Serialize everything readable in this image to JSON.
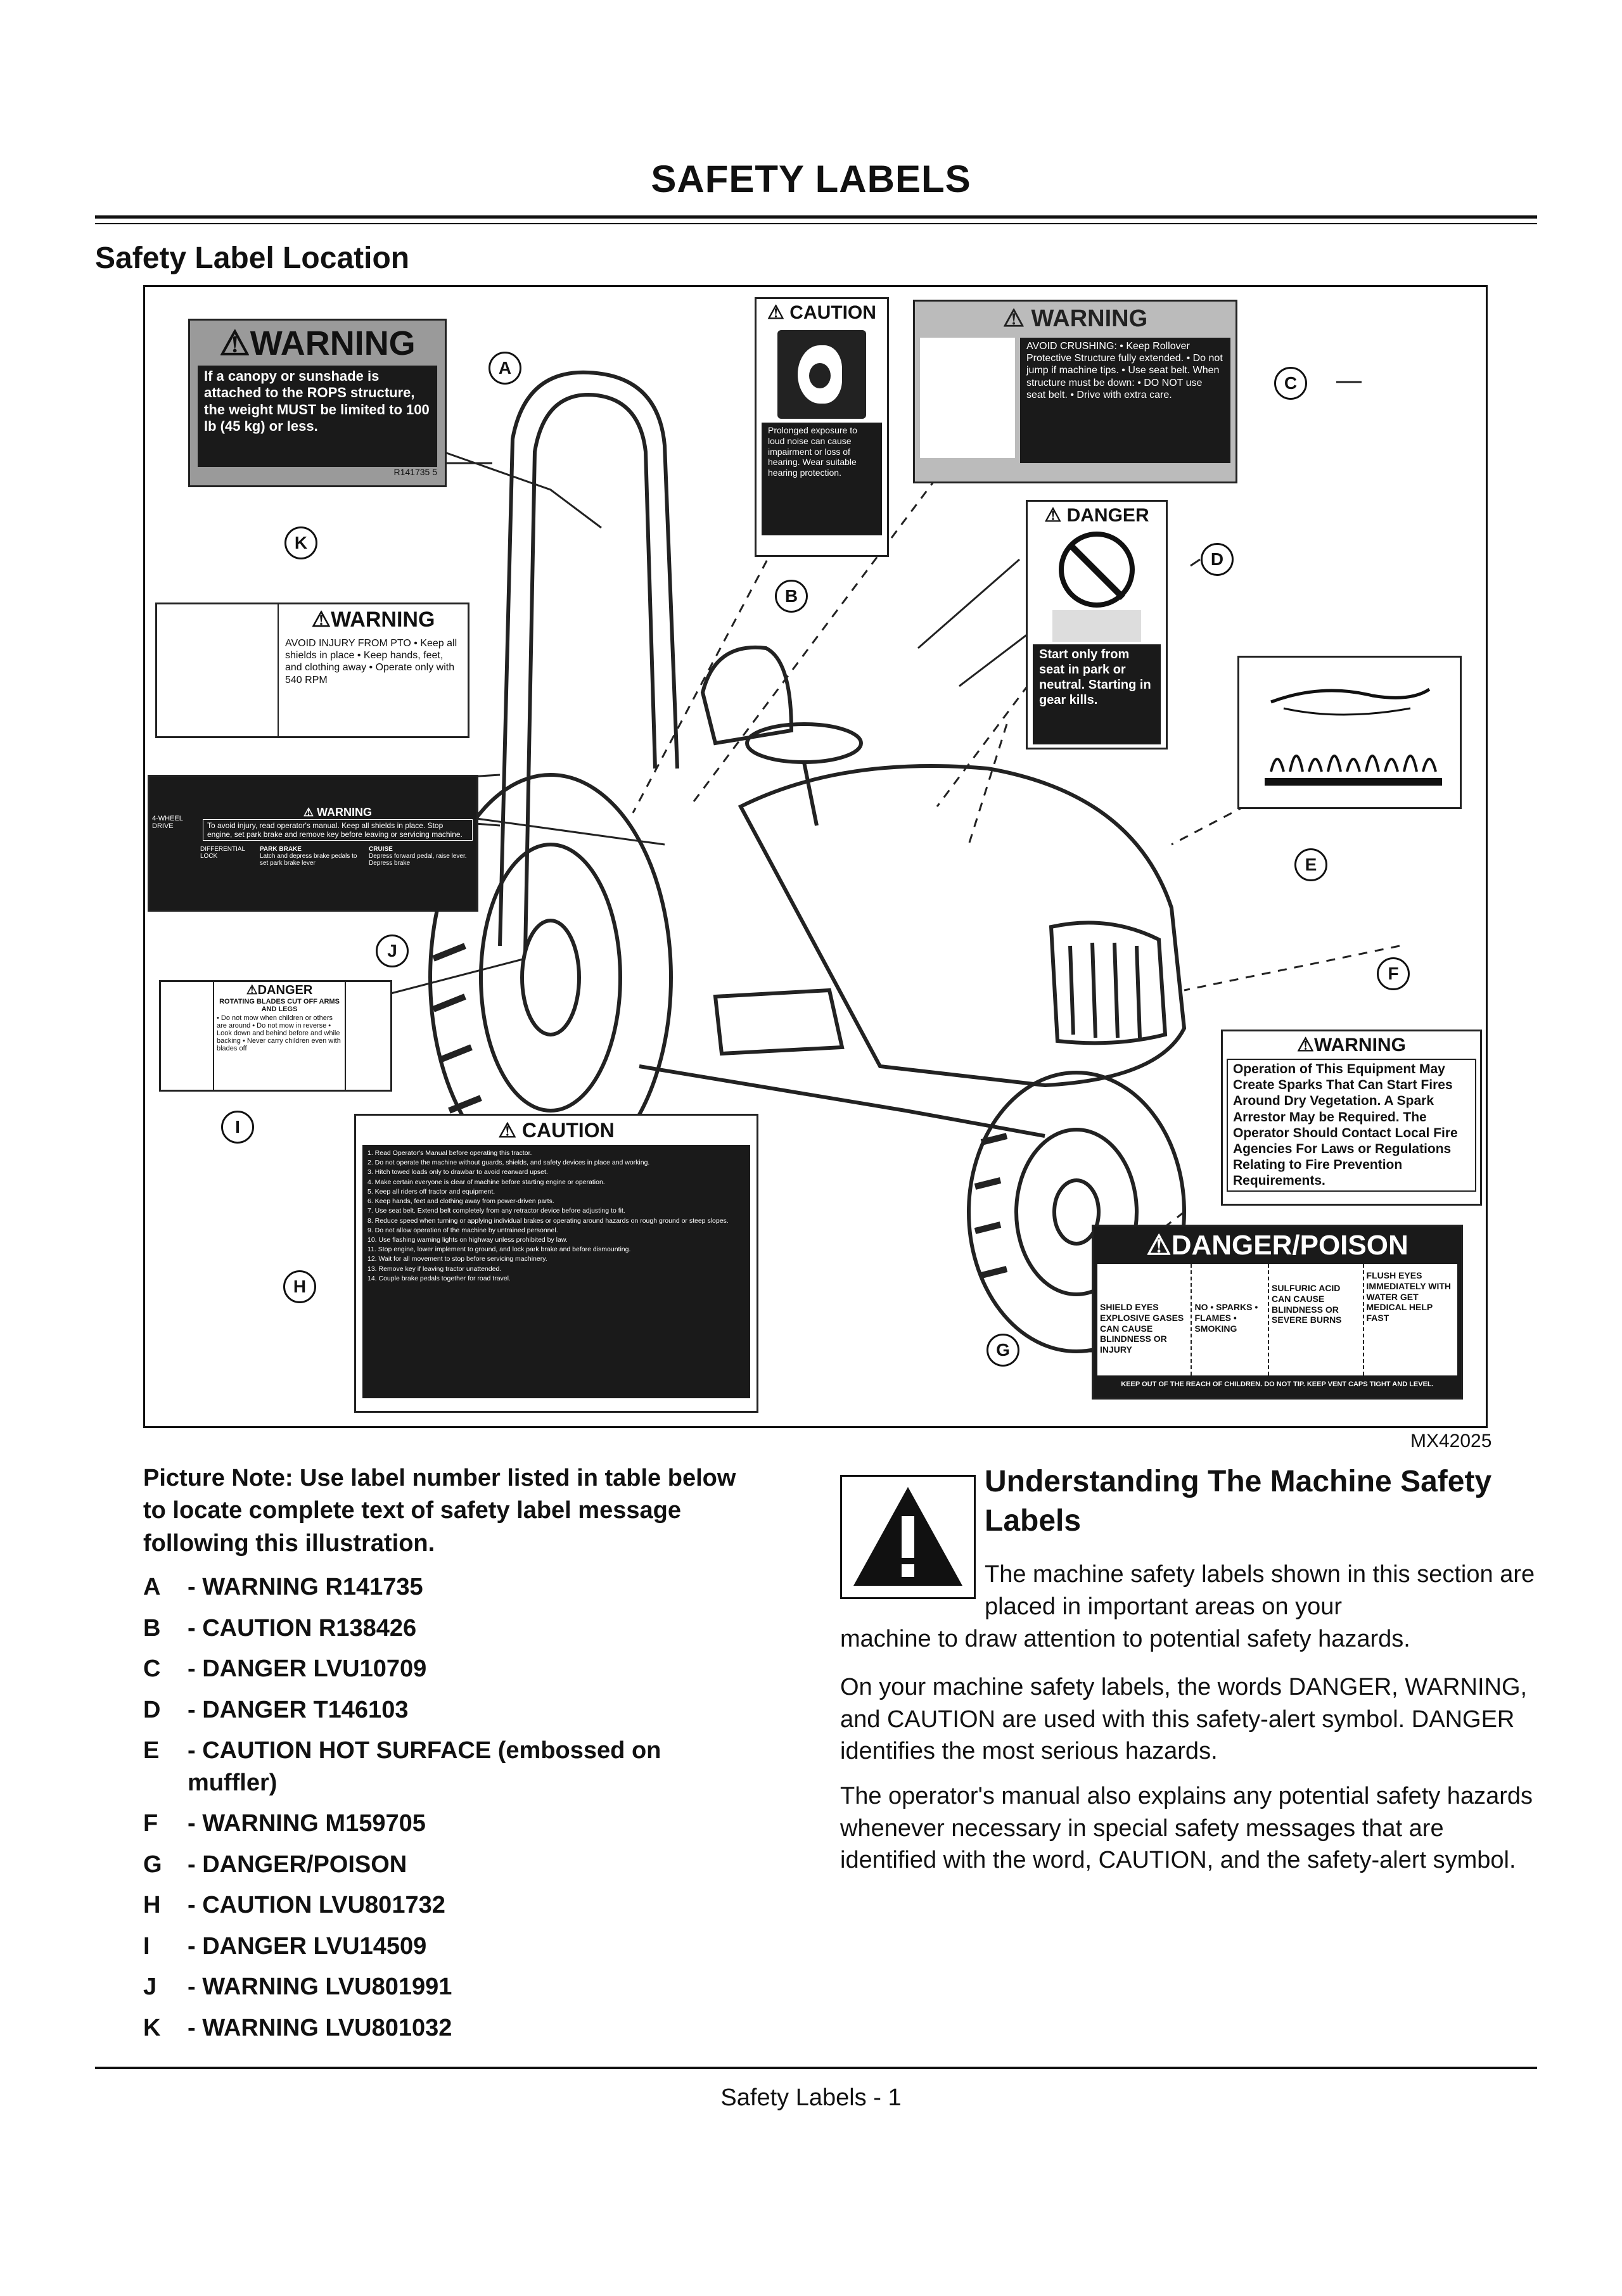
{
  "page": {
    "title": "SAFETY LABELS",
    "section_heading": "Safety Label Location",
    "figure_code": "MX42025",
    "footer": "Safety Labels - 1"
  },
  "labels": {
    "a": {
      "head": "⚠WARNING",
      "body": "If a canopy or sunshade is attached to the ROPS structure, the weight MUST be limited to 100 lb (45 kg) or less.",
      "code": "R141735 5"
    },
    "b": {
      "head": "⚠ CAUTION",
      "body": "Prolonged exposure to loud noise can cause impairment or loss of hearing. Wear suitable hearing protection."
    },
    "c": {
      "head": "⚠ WARNING",
      "body": "AVOID CRUSHING: • Keep Rollover Protective Structure fully extended. • Do not jump if machine tips. • Use seat belt. When structure must be down: • DO NOT use seat belt. • Drive with extra care."
    },
    "d": {
      "head": "⚠ DANGER",
      "body": "Start only from seat in park or neutral. Starting in gear kills."
    },
    "k": {
      "head": "⚠WARNING",
      "body": "AVOID INJURY FROM PTO • Keep all shields in place • Keep hands, feet, and clothing away • Operate only with 540 RPM"
    },
    "j": {
      "head": "⚠ WARNING",
      "body": "To avoid injury, read operator's manual. Keep all shields in place. Stop engine, set park brake and remove key before leaving or servicing machine.",
      "left_text": "4-WHEEL DRIVE",
      "diff_lock": "DIFFERENTIAL LOCK",
      "park": "PARK BRAKE",
      "park_sub": "Latch and depress brake pedals to set park brake lever",
      "cruise": "CRUISE",
      "cruise_sub": "Depress forward pedal, raise lever. Depress brake"
    },
    "i": {
      "head": "⚠DANGER",
      "sub": "ROTATING BLADES CUT OFF ARMS AND LEGS",
      "body": "• Do not mow when children or others are around • Do not mow in reverse • Look down and behind before and while backing • Never carry children even with blades off"
    },
    "f": {
      "head": "⚠WARNING",
      "body": "Operation of This Equipment May Create Sparks That Can Start Fires Around Dry Vegetation. A Spark Arrestor May be Required. The Operator Should Contact Local Fire Agencies For Laws or Regulations Relating to Fire Prevention Requirements."
    },
    "h": {
      "head": "⚠ CAUTION",
      "lines": [
        "1. Read Operator's Manual before operating this tractor.",
        "2. Do not operate the machine without guards, shields, and safety devices in place and working.",
        "3. Hitch towed loads only to drawbar to avoid rearward upset.",
        "4. Make certain everyone is clear of machine before starting engine or operation.",
        "5. Keep all riders off tractor and equipment.",
        "6. Keep hands, feet and clothing away from power-driven parts.",
        "7. Use seat belt. Extend belt completely from any retractor device before adjusting to fit.",
        "8. Reduce speed when turning or applying individual brakes or operating around hazards on rough ground or steep slopes.",
        "9. Do not allow operation of the machine by untrained personnel.",
        "10. Use flashing warning lights on highway unless prohibited by law.",
        "11. Stop engine, lower implement to ground, and lock park brake and before dismounting.",
        "12. Wait for all movement to stop before servicing machinery.",
        "13. Remove key if leaving tractor unattended.",
        "14. Couple brake pedals together for road travel."
      ]
    },
    "g": {
      "head": "⚠DANGER/POISON",
      "col1": "SHIELD EYES EXPLOSIVE GASES CAN CAUSE BLINDNESS OR INJURY",
      "col2": "NO • SPARKS • FLAMES • SMOKING",
      "col3": "SULFURIC ACID CAN CAUSE BLINDNESS OR SEVERE BURNS",
      "col4": "FLUSH EYES IMMEDIATELY WITH WATER GET MEDICAL HELP FAST",
      "foot": "KEEP OUT OF THE REACH OF CHILDREN. DO NOT TIP. KEEP VENT CAPS TIGHT AND LEVEL."
    }
  },
  "callouts": [
    "A",
    "B",
    "C",
    "D",
    "E",
    "F",
    "G",
    "H",
    "I",
    "J",
    "K"
  ],
  "note": "Picture Note: Use label number listed in table below to locate complete text of safety label message following this illustration.",
  "items": [
    {
      "key": "A",
      "text": "- WARNING R141735"
    },
    {
      "key": "B",
      "text": "- CAUTION R138426"
    },
    {
      "key": "C",
      "text": "- DANGER LVU10709"
    },
    {
      "key": "D",
      "text": "- DANGER T146103"
    },
    {
      "key": "E",
      "text": "- CAUTION HOT SURFACE (embossed on muffler)"
    },
    {
      "key": "F",
      "text": "- WARNING M159705"
    },
    {
      "key": "G",
      "text": "- DANGER/POISON"
    },
    {
      "key": "H",
      "text": "- CAUTION LVU801732"
    },
    {
      "key": "I",
      "text": "- DANGER LVU14509"
    },
    {
      "key": "J",
      "text": "- WARNING LVU801991"
    },
    {
      "key": "K",
      "text": "- WARNING LVU801032"
    }
  ],
  "right": {
    "title": "Understanding The Machine Safety Labels",
    "p1a": "The machine safety labels shown in this section are placed in important areas on your",
    "p1b": "machine to draw attention to potential safety hazards.",
    "p2": "On your machine safety labels, the words DANGER, WARNING, and CAUTION are used with this safety-alert symbol. DANGER identifies the most serious hazards.",
    "p3": "The operator's manual also explains any potential safety hazards whenever necessary in special safety messages that are identified with the word, CAUTION, and the safety-alert symbol."
  }
}
